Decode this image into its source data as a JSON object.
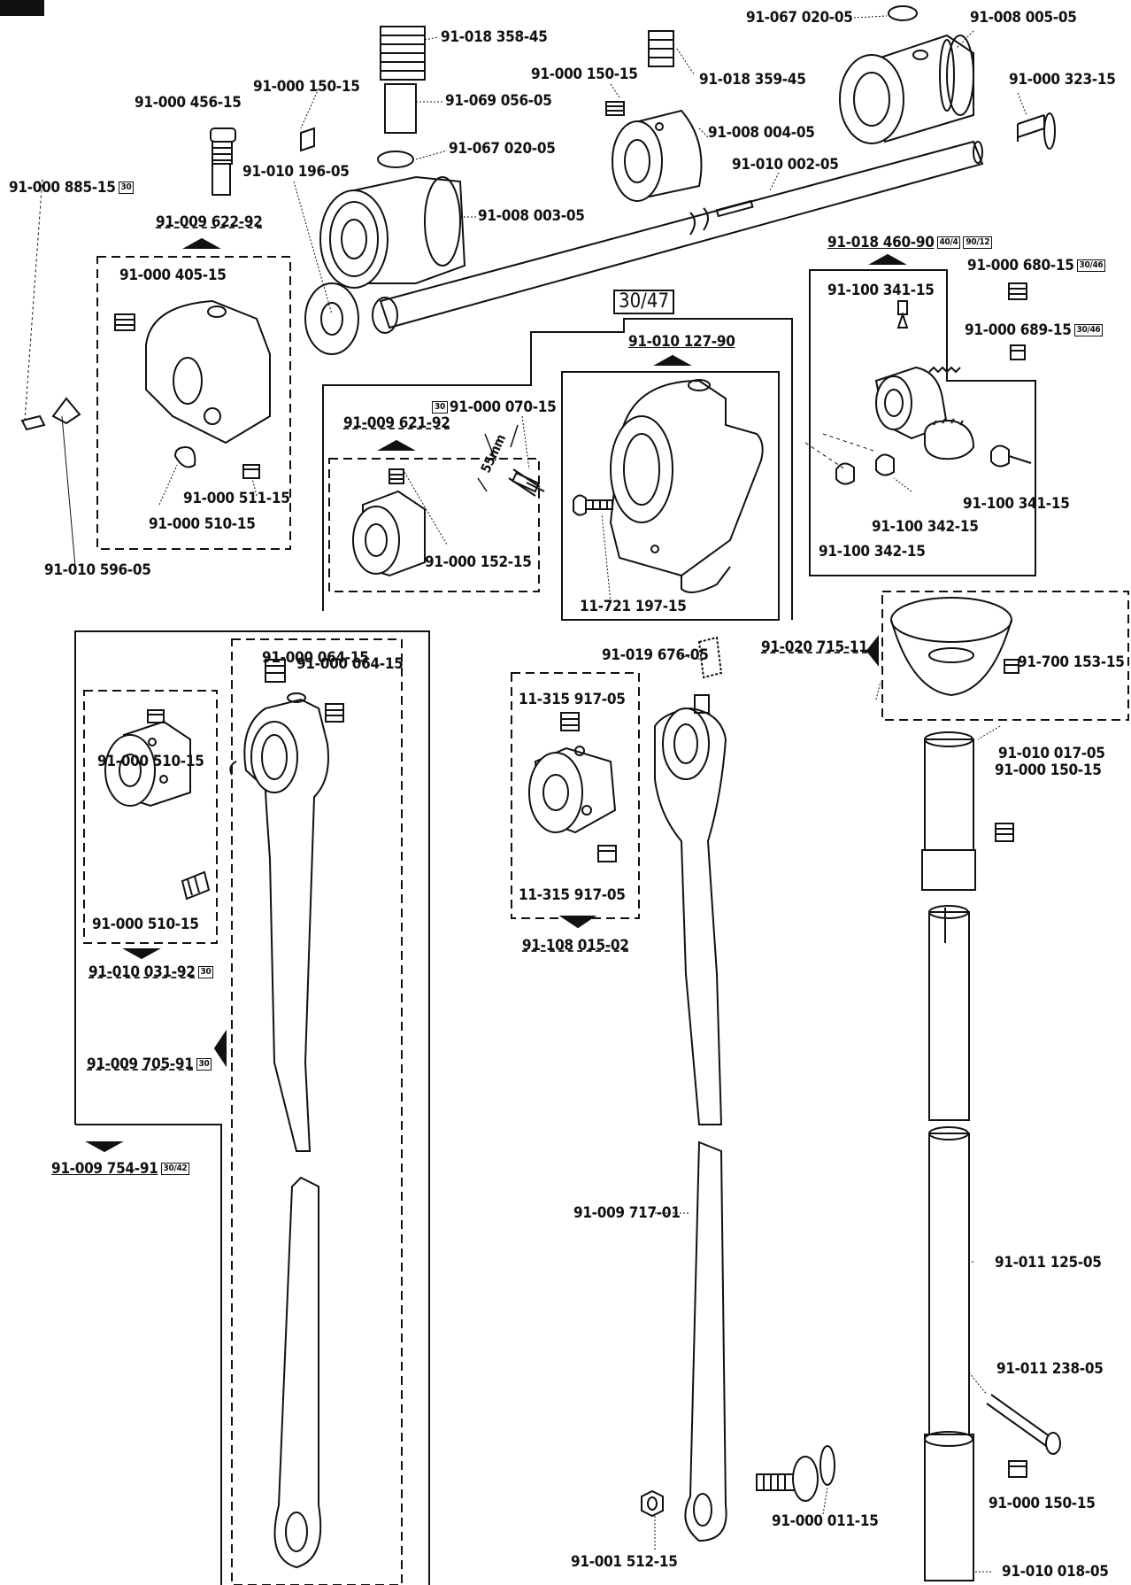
{
  "parts": {
    "p_018_358": "91-018 358-45",
    "p_069_056": "91-069 056-05",
    "p_067_020_a": "91-067 020-05",
    "p_008_003": "91-008 003-05",
    "p_000_150_a": "91-000 150-15",
    "p_000_456": "91-000 456-15",
    "p_010_196": "91-010 196-05",
    "p_000_885": "91-000 885-15",
    "p_009_622": "91-009 622-92",
    "p_000_405": "91-000 405-15",
    "p_000_511": "91-000 511-15",
    "p_000_510_a": "91-000 510-15",
    "p_010_596": "91-010 596-05",
    "p_000_150_b": "91-000 150-15",
    "p_018_359": "91-018 359-45",
    "p_008_004": "91-008 004-05",
    "p_010_002": "91-010 002-05",
    "p_067_020_b": "91-067 020-05",
    "p_008_005": "91-008 005-05",
    "p_000_323": "91-000 323-15",
    "p_018_460": "91-018 460-90",
    "p_000_680": "91-000 680-15",
    "p_100_341_a": "91-100 341-15",
    "p_000_689": "91-000 689-15",
    "p_100_341_b": "91-100 341-15",
    "p_100_342_a": "91-100 342-15",
    "p_100_342_b": "91-100 342-15",
    "p_010_127": "91-010 127-90",
    "p_721_197": "11-721 197-15",
    "p_009_621": "91-009 621-92",
    "p_000_070": "91-000 070-15",
    "p_000_152": "91-000 152-15",
    "p_000_064_a": "91-000 064-15",
    "p_000_064_b": "91-000 064-15",
    "p_000_510_b": "91-000 510-15",
    "p_000_510_c": "91-000 510-15",
    "p_010_031": "91-010 031-92",
    "p_009_705": "91-009 705-91",
    "p_009_754": "91-009 754-91",
    "p_019_676": "91-019 676-05",
    "p_315_917_a": "11-315 917-05",
    "p_315_917_b": "11-315 917-05",
    "p_108_015": "91-108 015-02",
    "p_009_717": "91-009 717-01",
    "p_001_512": "91-001 512-15",
    "p_000_011": "91-000 011-15",
    "p_020_715": "91-020 715-11",
    "p_700_153": "91-700 153-15",
    "p_010_017": "91-010 017-05",
    "p_000_150_c": "91-000 150-15",
    "p_011_125": "91-011 125-05",
    "p_011_238": "91-011 238-05",
    "p_000_150_d": "91-000 150-15",
    "p_010_018": "91-010 018-05"
  },
  "tags": {
    "t30": "30",
    "t40_4": "40/4",
    "t90_12": "90/12",
    "t30_46": "30/46",
    "t30_42": "30/42"
  },
  "section_badge": "30/47",
  "dimension": "55mm"
}
